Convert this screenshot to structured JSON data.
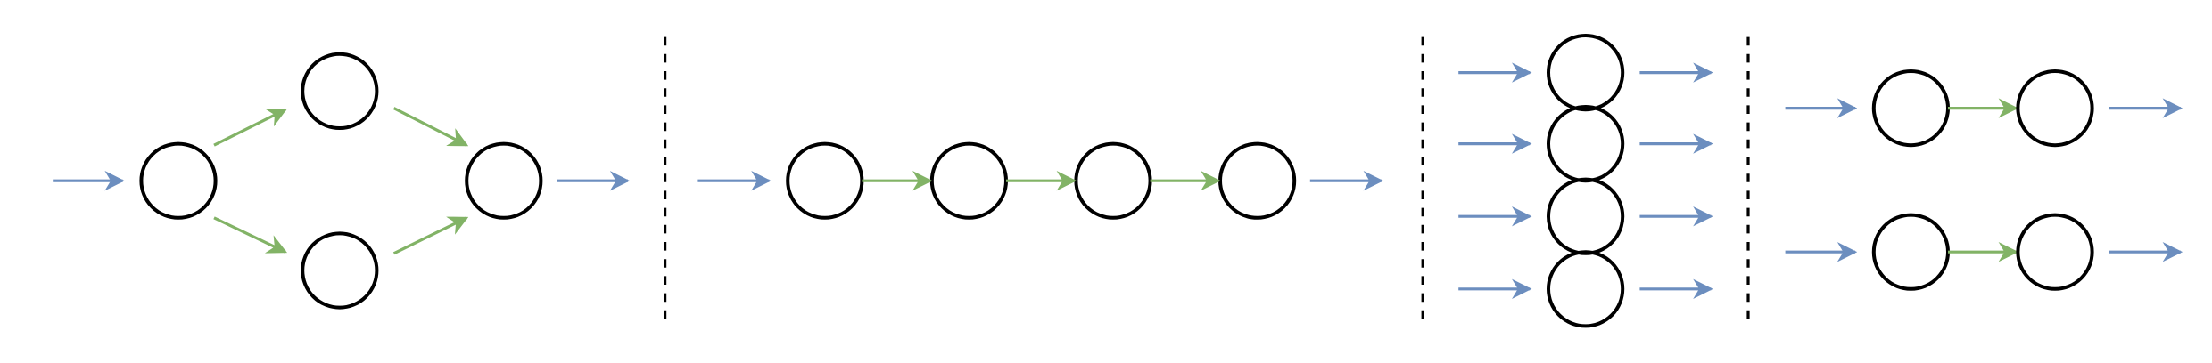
{
  "colors": {
    "background": "#ffffff",
    "node_stroke": "#000000",
    "external_arrow": "#6c8ebf",
    "internal_arrow": "#82b366",
    "divider": "#000000"
  },
  "panels": [
    {
      "id": "branching-graph",
      "nodes": 4,
      "external_inputs": 1,
      "external_outputs": 1,
      "internal_edges": 4
    },
    {
      "id": "linear-chain",
      "nodes": 4,
      "external_inputs": 1,
      "external_outputs": 1,
      "internal_edges": 3
    },
    {
      "id": "independent-stack",
      "nodes": 4,
      "external_inputs": 4,
      "external_outputs": 4,
      "internal_edges": 0
    },
    {
      "id": "two-parallel-chains",
      "nodes": 4,
      "external_inputs": 2,
      "external_outputs": 2,
      "internal_edges": 2
    }
  ]
}
